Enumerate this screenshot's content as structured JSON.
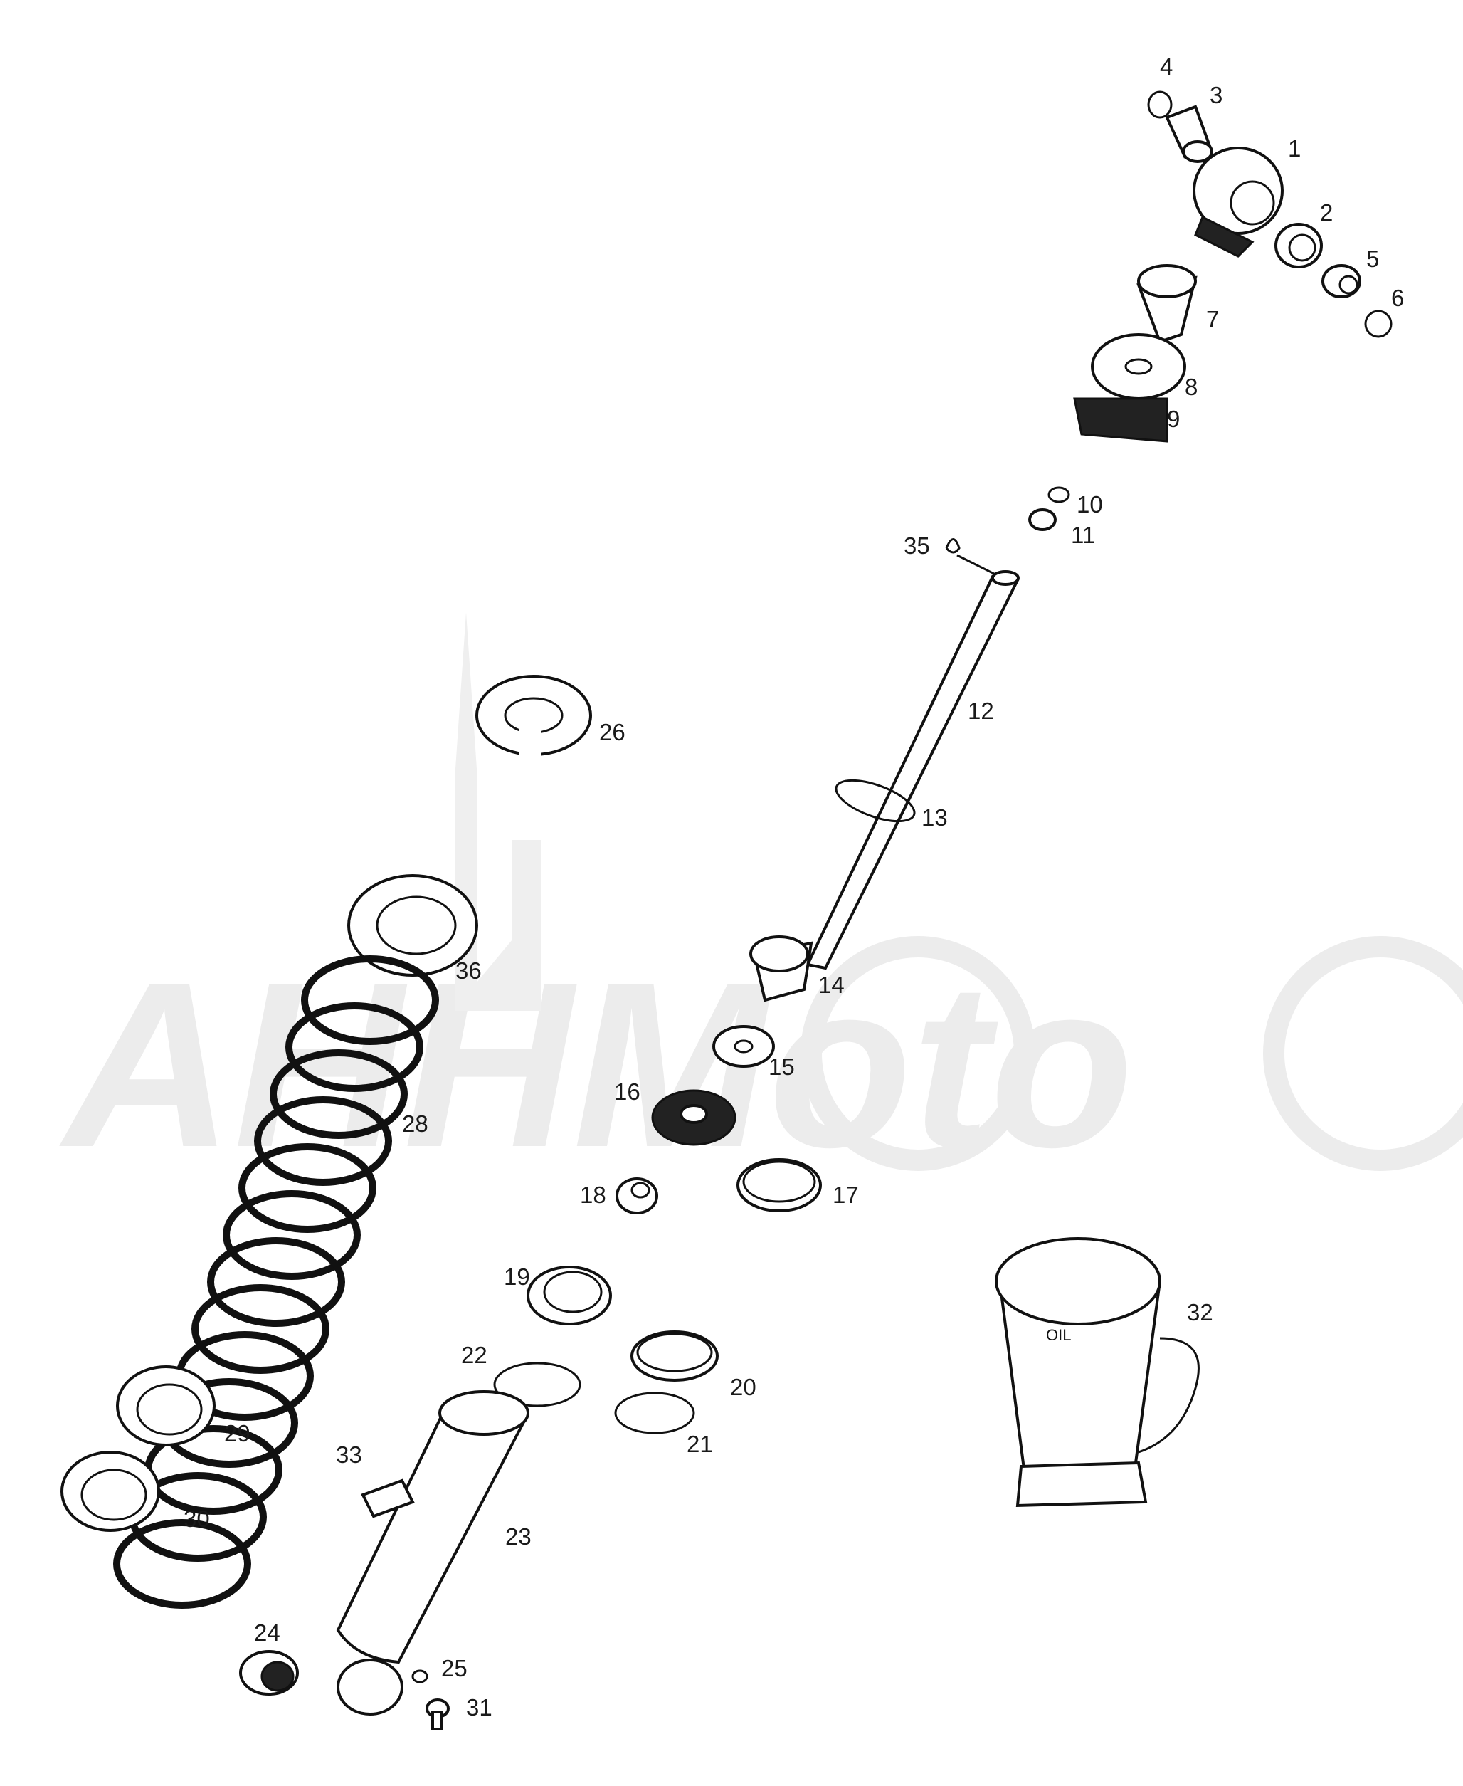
{
  "watermark": {
    "text": "AHHMoto",
    "color": "#ececec"
  },
  "callouts": [
    {
      "id": "1",
      "label": "1"
    },
    {
      "id": "2",
      "label": "2"
    },
    {
      "id": "3",
      "label": "3"
    },
    {
      "id": "4",
      "label": "4"
    },
    {
      "id": "5",
      "label": "5"
    },
    {
      "id": "6",
      "label": "6"
    },
    {
      "id": "7",
      "label": "7"
    },
    {
      "id": "8",
      "label": "8"
    },
    {
      "id": "9",
      "label": "9"
    },
    {
      "id": "10",
      "label": "10"
    },
    {
      "id": "11",
      "label": "11"
    },
    {
      "id": "12",
      "label": "12"
    },
    {
      "id": "13",
      "label": "13"
    },
    {
      "id": "14",
      "label": "14"
    },
    {
      "id": "15",
      "label": "15"
    },
    {
      "id": "16",
      "label": "16"
    },
    {
      "id": "17",
      "label": "17"
    },
    {
      "id": "18",
      "label": "18"
    },
    {
      "id": "19",
      "label": "19"
    },
    {
      "id": "20",
      "label": "20"
    },
    {
      "id": "21",
      "label": "21"
    },
    {
      "id": "22",
      "label": "22"
    },
    {
      "id": "23",
      "label": "23"
    },
    {
      "id": "24",
      "label": "24"
    },
    {
      "id": "25",
      "label": "25"
    },
    {
      "id": "26",
      "label": "26"
    },
    {
      "id": "28",
      "label": "28"
    },
    {
      "id": "29",
      "label": "29"
    },
    {
      "id": "30",
      "label": "30"
    },
    {
      "id": "31",
      "label": "31"
    },
    {
      "id": "32",
      "label": "32"
    },
    {
      "id": "33",
      "label": "33"
    },
    {
      "id": "35",
      "label": "35"
    },
    {
      "id": "36",
      "label": "36"
    }
  ],
  "jug_marking": "OIL"
}
